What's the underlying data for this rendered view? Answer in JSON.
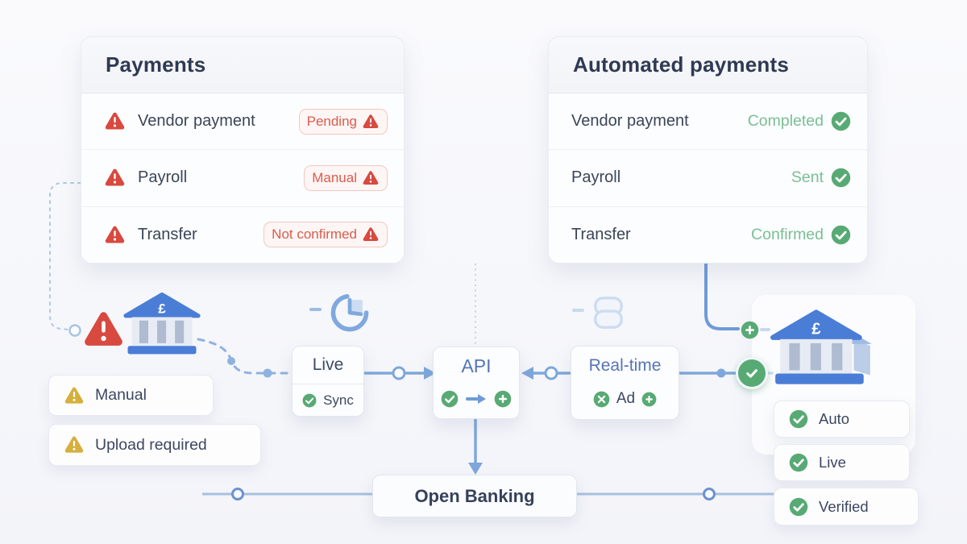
{
  "payments_card": {
    "title": "Payments",
    "rows": [
      {
        "label": "Vendor payment",
        "status": "Pending"
      },
      {
        "label": "Payroll",
        "status": "Manual"
      },
      {
        "label": "Transfer",
        "status": "Not confirmed"
      }
    ]
  },
  "automated_card": {
    "title": "Automated payments",
    "rows": [
      {
        "label": "Vendor payment",
        "status": "Completed"
      },
      {
        "label": "Payroll",
        "status": "Sent"
      },
      {
        "label": "Transfer",
        "status": "Confirmed"
      }
    ]
  },
  "warning_badges": [
    {
      "label": "Manual"
    },
    {
      "label": "Upload required"
    }
  ],
  "success_badges": [
    {
      "label": "Auto"
    },
    {
      "label": "Live"
    },
    {
      "label": "Verified"
    }
  ],
  "live_node": {
    "title": "Live",
    "sub": "Sync"
  },
  "api_node": {
    "title": "API"
  },
  "realtime_node": {
    "title": "Real-time",
    "sub": "Ad"
  },
  "open_banking": {
    "title": "Open Banking"
  },
  "left_bank": {
    "currency": "£"
  },
  "right_bank": {
    "currency": "£"
  },
  "colors": {
    "error_red": "#d8493f",
    "error_text": "#dd5b4d",
    "warning_yellow": "#d6af3c",
    "success_green": "#58aa74",
    "success_text": "#79bf95",
    "flow_blue": "#7ea7db",
    "bank_blue": "#4a7dd6",
    "title_dark": "#2f3a52",
    "api_blue": "#5674b8"
  }
}
